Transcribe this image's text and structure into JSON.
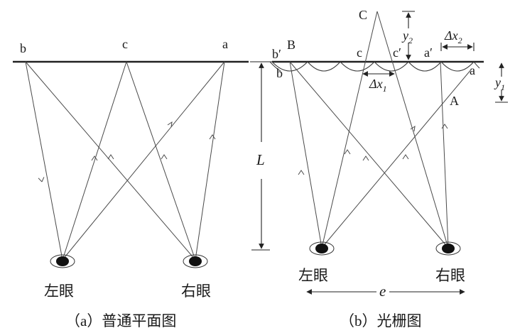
{
  "panel_a": {
    "point_labels": {
      "b": "b",
      "c": "c",
      "a": "a"
    },
    "left_eye": "左眼",
    "right_eye": "右眼",
    "caption": "（a）普通平面图"
  },
  "panel_b": {
    "point_labels": {
      "B": "B",
      "b_prime": "b′",
      "b": "b",
      "c": "c",
      "c_prime": "c′",
      "a_prime": "a′",
      "a": "a",
      "A": "A",
      "C": "C"
    },
    "dims": {
      "y1": "y",
      "y1_sub": "1",
      "y2": "y",
      "y2_sub": "2",
      "dx1": "Δx",
      "dx1_sub": "1",
      "dx2": "Δx",
      "dx2_sub": "2",
      "L": "L",
      "e": "e"
    },
    "left_eye": "左眼",
    "right_eye": "右眼",
    "caption": "（b）光栅图"
  }
}
